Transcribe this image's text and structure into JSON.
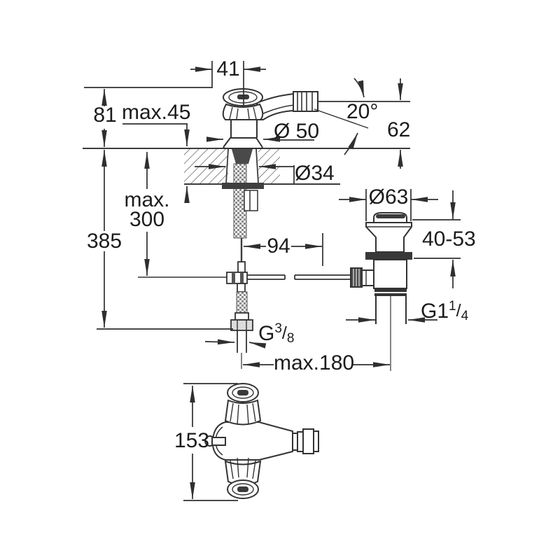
{
  "drawing": {
    "background": "#ffffff",
    "line_color": "#3c3c3c",
    "text_color": "#1c1c1c",
    "dimensions": {
      "spout_offset": "41",
      "body_height": "81",
      "deck_thickness": "max.45",
      "spout_angle": "20°",
      "spout_height": "62",
      "base_diameter": "Ø 50",
      "hole_diameter": "Ø34",
      "connection_depth_line1": "max.",
      "connection_depth_line2": "300",
      "overall_height": "385",
      "rod_offset": "94",
      "waste_flange_diameter": "Ø63",
      "waste_mounting_range": "40-53",
      "waste_thread": {
        "base": "G1",
        "sup": "1",
        "slash": "/",
        "sub": "4"
      },
      "supply_thread": {
        "base": "G",
        "sup": "3",
        "slash": "/",
        "sub": "8"
      },
      "rod_max_reach": "max.180",
      "body_length": "153"
    }
  }
}
